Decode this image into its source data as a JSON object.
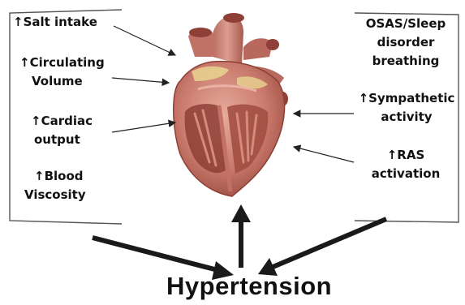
{
  "left_factors": [
    {
      "arrow": "↑",
      "line1": "Salt intake",
      "line2": ""
    },
    {
      "arrow": "↑",
      "line1": "Circulating",
      "line2": "Volume"
    },
    {
      "arrow": "↑",
      "line1": "Cardiac",
      "line2": "output"
    },
    {
      "arrow": "↑",
      "line1": "Blood",
      "line2": "Viscosity"
    }
  ],
  "right_factors": [
    {
      "arrow": "",
      "line1": "OSAS/Sleep",
      "line2": "disorder",
      "line3": "breathing"
    },
    {
      "arrow": "↑",
      "line1": "Sympathetic",
      "line2": "activity",
      "line3": ""
    },
    {
      "arrow": "↑",
      "line1": "RAS",
      "line2": "activation",
      "line3": ""
    }
  ],
  "result": "Hypertension",
  "colors": {
    "text": "#111111",
    "bracket": "#555555",
    "big_arrow": "#1a1a1a",
    "heart_base": "#c97a6c",
    "heart_dark": "#8e3f36",
    "heart_light": "#e2a596",
    "fat": "#e8cf8f"
  },
  "icons": {
    "heart": "heart-illustration",
    "up_arrow": "up-arrow-glyph"
  }
}
